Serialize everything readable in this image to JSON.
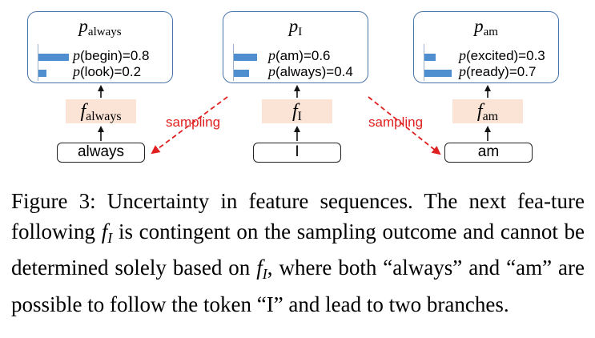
{
  "figure": {
    "panels": [
      {
        "dist_sub": "always",
        "feature_sub": "always",
        "token": "always",
        "entries": [
          {
            "prefix": "p",
            "text": "(begin)=0.8",
            "prob": 0.8
          },
          {
            "prefix": "p",
            "text": "(look)=0.2",
            "prob": 0.2
          }
        ]
      },
      {
        "dist_sub": "I",
        "feature_sub": "I",
        "token": "I",
        "entries": [
          {
            "prefix": "p",
            "text": "(am)=0.6",
            "prob": 0.6
          },
          {
            "prefix": "p",
            "text": "(always)=0.4",
            "prob": 0.4
          }
        ]
      },
      {
        "dist_sub": "am",
        "feature_sub": "am",
        "token": "am",
        "entries": [
          {
            "prefix": "p",
            "text": "(excited)=0.3",
            "prob": 0.3
          },
          {
            "prefix": "p",
            "text": "(ready)=0.7",
            "prob": 0.7
          }
        ]
      }
    ],
    "symbols": {
      "p": "p",
      "f": "f"
    },
    "sampling_left": "sampling",
    "sampling_right": "sampling",
    "colors": {
      "bar": "#4f8fd0",
      "box_border": "#4a74a8",
      "feature_bg": "#fbe3d5",
      "sampling": "#e02020"
    }
  },
  "caption": {
    "label": "Figure 3:",
    "text1": "Uncertainty in feature sequences. The next fea-ture following",
    "f": "f",
    "sub": "I",
    "text2": "is contingent on the sampling outcome and cannot be determined solely based on",
    "text3": ", where both “always” and “am” are possible to follow the token “I” and lead to two branches."
  }
}
